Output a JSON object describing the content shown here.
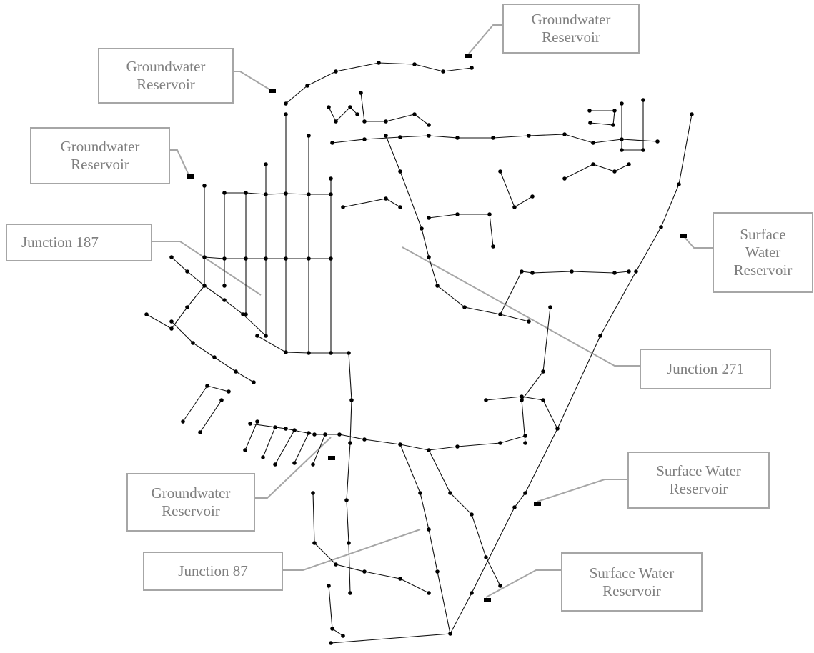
{
  "labels": {
    "gw_top": "Groundwater\nReservoir",
    "gw_upper_left": "Groundwater\nReservoir",
    "gw_left": "Groundwater\nReservoir",
    "gw_bottom": "Groundwater\nReservoir",
    "junction_187": "Junction 187",
    "junction_271": "Junction 271",
    "junction_87": "Junction 87",
    "sw_right": "Surface\nWater\nReservoir",
    "sw_mid": "Surface Water\nReservoir",
    "sw_bottom": "Surface Water\nReservoir"
  },
  "colors": {
    "pipe": "#111111",
    "node": "#000000",
    "callout_border": "#a6a6a6",
    "callout_text": "#7f7f7f"
  }
}
